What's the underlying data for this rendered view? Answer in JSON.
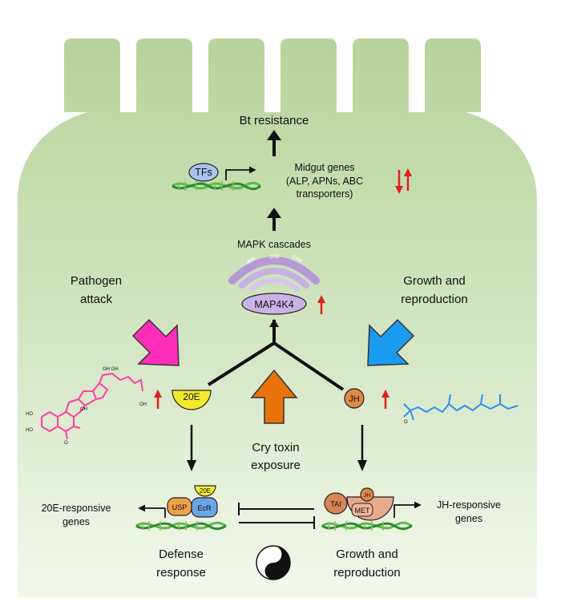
{
  "labels": {
    "bt_resistance": "Bt resistance",
    "tfs": "TFs",
    "midgut_line1": "Midgut genes",
    "midgut_line2": "(ALP, APNs, ABC",
    "midgut_line3": "transporters)",
    "mapk_cascades": "MAPK cascades",
    "map4k4": "MAP4K4",
    "jnk": "JNK",
    "p38": "p38",
    "erk": "ERK",
    "pathogen_line1": "Pathogen",
    "pathogen_line2": "attack",
    "growth_top_line1": "Growth and",
    "growth_top_line2": "reproduction",
    "e20": "20E",
    "jh": "JH",
    "cry_line1": "Cry toxin",
    "cry_line2": "exposure",
    "e20_genes_line1": "20E-responsive",
    "e20_genes_line2": "genes",
    "jh_genes_line1": "JH-responsive",
    "jh_genes_line2": "genes",
    "usp": "USP",
    "ecr": "EcR",
    "e20_small": "20E",
    "tai": "TAI",
    "met": "MET",
    "jh_small": "JH",
    "defense_line1": "Defense",
    "defense_line2": "response",
    "growth_bottom_line1": "Growth and",
    "growth_bottom_line2": "reproduction"
  },
  "colors": {
    "cell_top": "#b7d39c",
    "cell_bottom": "#f3f8ee",
    "pink_arrow": "#ff2eb8",
    "blue_arrow": "#1a9bf0",
    "orange_arrow": "#e8730a",
    "red_arrow": "#e02020",
    "e20_fill": "#f2ea2c",
    "jh_fill": "#e2894a",
    "map4k4_fill": "#c9b3e6",
    "pink_molecule": "#ff3fa4",
    "blue_molecule": "#2c8ff0",
    "dna_green": "#5fb846",
    "tfs_fill": "#a9c4ea"
  },
  "icons": [
    "up-down-arrows-icon",
    "up-arrow-icon",
    "yin-yang-icon",
    "dna-helix-icon",
    "ecdysone-molecule-icon",
    "juvenile-hormone-molecule-icon"
  ]
}
